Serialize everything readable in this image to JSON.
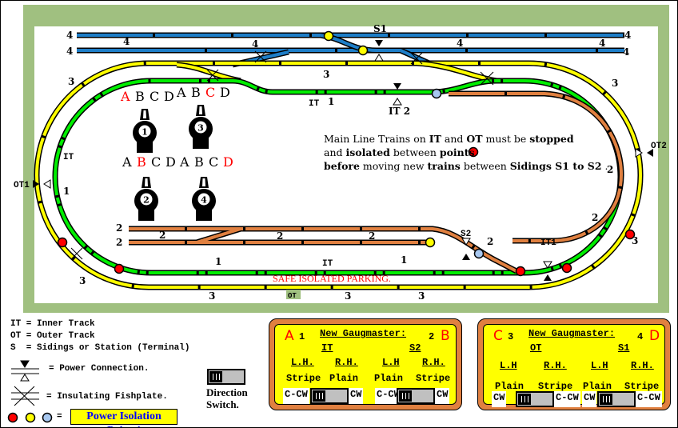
{
  "labels": {
    "t1": "1",
    "t2": "2",
    "t3": "3",
    "t4": "4",
    "it": "IT",
    "ot": "OT",
    "s1": "S1",
    "s2": "S2",
    "it1": "IT1",
    "it2": "IT 2",
    "ot1": "OT1",
    "ot2": "OT2",
    "safe_parking": "SAFE ISOLATED PARKING."
  },
  "controllers": [
    {
      "number": "1",
      "letters": [
        "A",
        "B",
        "C",
        "D"
      ],
      "selected": "A"
    },
    {
      "number": "3",
      "letters": [
        "A",
        "B",
        "C",
        "D"
      ],
      "selected": "C"
    },
    {
      "number": "2",
      "letters": [
        "A",
        "B",
        "C",
        "D"
      ],
      "selected": "B"
    },
    {
      "number": "4",
      "letters": [
        "A",
        "B",
        "C",
        "D"
      ],
      "selected": "D"
    }
  ],
  "notice": {
    "line1": [
      "Main Line Trains on ",
      "IT",
      " and ",
      "OT",
      " must be ",
      "stopped"
    ],
    "line2": [
      "and ",
      "isolated",
      " between ",
      "points"
    ],
    "line3": [
      "before",
      " moving new ",
      "trains",
      " between ",
      "Sidings S1 to S2",
      " ."
    ]
  },
  "legend": {
    "it": "IT = Inner Track",
    "ot": "OT = Outer Track",
    "s": "S  = Sidings or Station (Terminal)",
    "power_connection": "= Power Connection.",
    "fishplate": "= Insulating Fishplate.",
    "equals": "=",
    "isolation_points": "Power Isolation Points!",
    "direction_switch": "Direction Switch."
  },
  "panels": [
    {
      "left_letter": "A",
      "left_num": "1",
      "title": "New Gaugmaster:",
      "right_num": "2",
      "right_letter": "B",
      "track_left": "IT",
      "track_right": "S2",
      "hand": [
        "L.H.",
        "R.H.",
        "L.H",
        "R.H."
      ],
      "wire": [
        "Stripe",
        "Plain",
        "Plain",
        "Stripe"
      ],
      "dir": [
        "C-CW",
        "CW",
        "C-CW",
        "CW"
      ]
    },
    {
      "left_letter": "C",
      "left_num": "3",
      "title": "New Gaugmaster:",
      "right_num": "4",
      "right_letter": "D",
      "track_left": "OT",
      "track_right": "S1",
      "hand": [
        "L.H",
        "R.H.",
        "L.H",
        "R.H."
      ],
      "wire": [
        "Plain",
        "Stripe",
        "Plain",
        "Stripe"
      ],
      "dir": [
        "CW",
        "C-CW",
        "CW",
        "C-CW"
      ]
    }
  ],
  "colors": {
    "frame_green": "#a0c080",
    "outer_track": "#ffff00",
    "inner_track": "#00ee00",
    "sidings_s1": "#1e7ec8",
    "sidings_s2": "#e08040",
    "isolation_red": "#ff0000",
    "isolation_yellow": "#ffff00",
    "isolation_blue": "#a8c8f0",
    "panel_border": "#e08040",
    "panel_fill": "#ffff00"
  }
}
